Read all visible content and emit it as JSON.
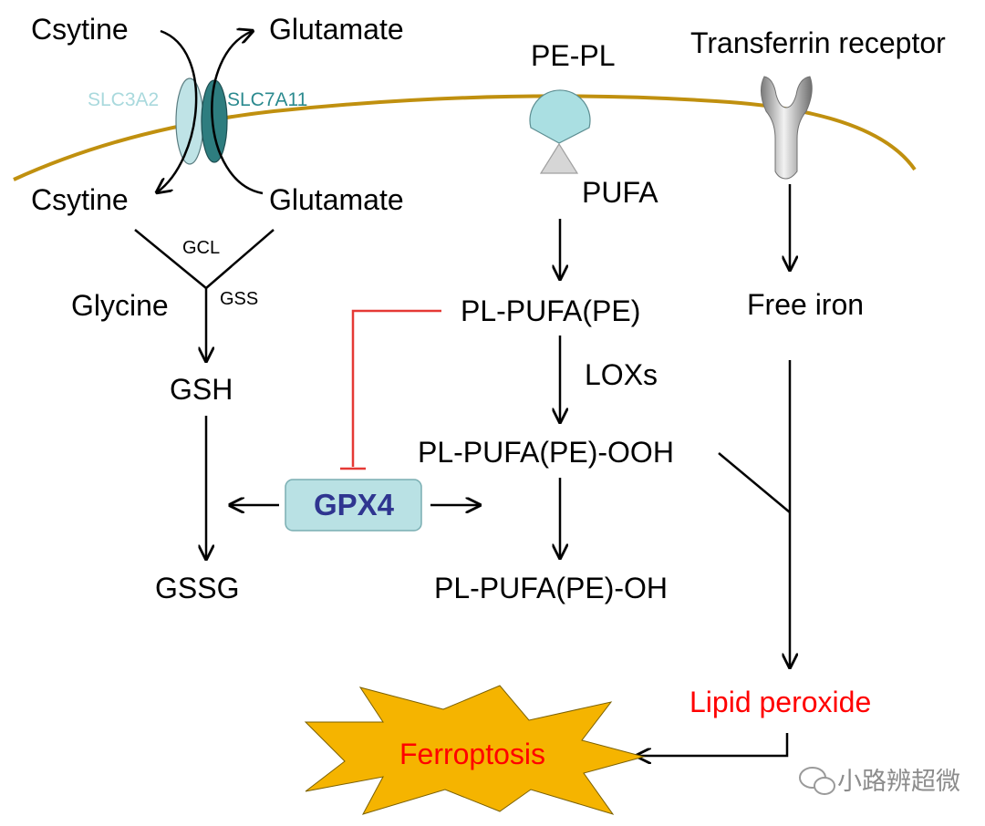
{
  "labels": {
    "cystine_out": "Csytine",
    "glutamate_out": "Glutamate",
    "cystine_in": "Csytine",
    "glutamate_in": "Glutamate",
    "slc3a2": "SLC3A2",
    "slc7a11": "SLC7A11",
    "pe_pl": "PE-PL",
    "pufa": "PUFA",
    "transferrin_receptor": "Transferrin receptor",
    "gcl": "GCL",
    "gss": "GSS",
    "glycine": "Glycine",
    "gsh": "GSH",
    "gssg": "GSSG",
    "gpx4": "GPX4",
    "pl_pufa_pe": "PL-PUFA(PE)",
    "loxs": "LOXs",
    "pl_pufa_pe_ooh": "PL-PUFA(PE)-OOH",
    "pl_pufa_pe_oh": "PL-PUFA(PE)-OH",
    "free_iron": "Free iron",
    "lipid_peroxide": "Lipid peroxide",
    "ferroptosis": "Ferroptosis"
  },
  "watermark": {
    "text": "小路辨超微"
  },
  "colors": {
    "membrane": "#c0900f",
    "slc3a2_fill": "#bfe3e6",
    "slc3a2_text": "#a9d9dd",
    "slc7a11_fill": "#2e7d7f",
    "slc7a11_text": "#2b8a8f",
    "receptor_fill": "#aadfe2",
    "gpx4_fill": "#b9e1e4",
    "gpx4_text": "#2f3590",
    "inhibition": "#e53935",
    "emphasis_text": "#ff0000",
    "burst_fill": "#f5b400"
  }
}
